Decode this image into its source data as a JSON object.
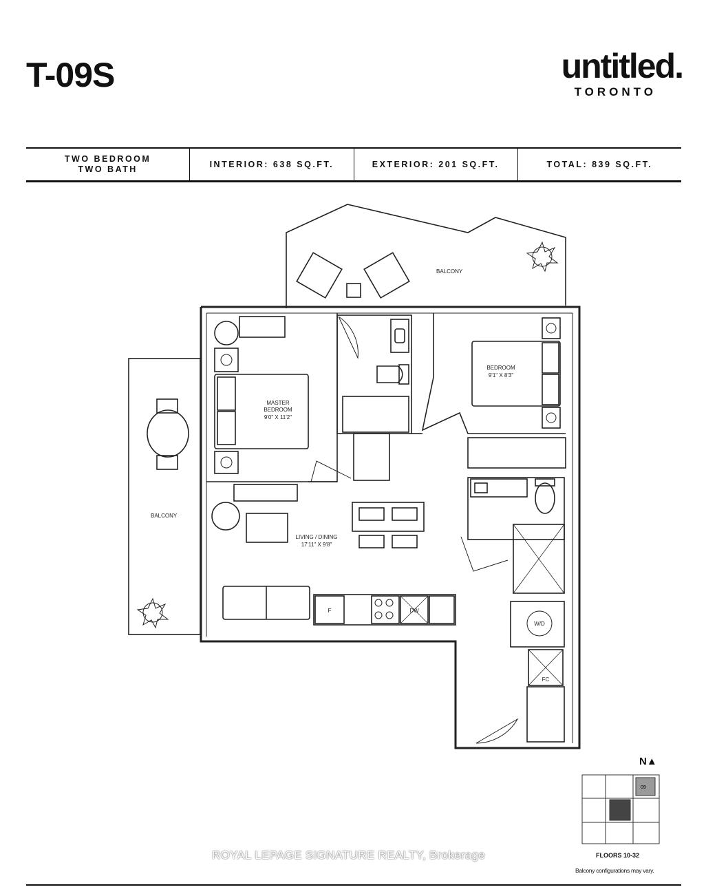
{
  "header": {
    "unit_code": "T-09S",
    "brand_name": "untitled.",
    "brand_city": "TORONTO"
  },
  "specs": {
    "type_line1": "TWO BEDROOM",
    "type_line2": "TWO BATH",
    "interior": "INTERIOR: 638 SQ.FT.",
    "exterior": "EXTERIOR: 201 SQ.FT.",
    "total": "TOTAL: 839 SQ.FT."
  },
  "rooms": {
    "balcony_north": "BALCONY",
    "balcony_west": "BALCONY",
    "master_line1": "MASTER",
    "master_line2": "BEDROOM",
    "master_dims": "9'0\" X 11'2\"",
    "bedroom": "BEDROOM",
    "bedroom_dims": "9'1\" X 8'3\"",
    "living": "LIVING / DINING",
    "living_dims": "17'11\" X 9'8\"",
    "fridge": "F",
    "dishwasher": "DW",
    "washer_dryer": "W/D",
    "closet": "FC"
  },
  "keyplan": {
    "north": "N▲",
    "unit_tag": "09",
    "floors": "FLOORS 10-32",
    "note": "Balcony configurations may vary."
  },
  "watermark": "ROYAL LEPAGE SIGNATURE REALTY, Brokerage"
}
